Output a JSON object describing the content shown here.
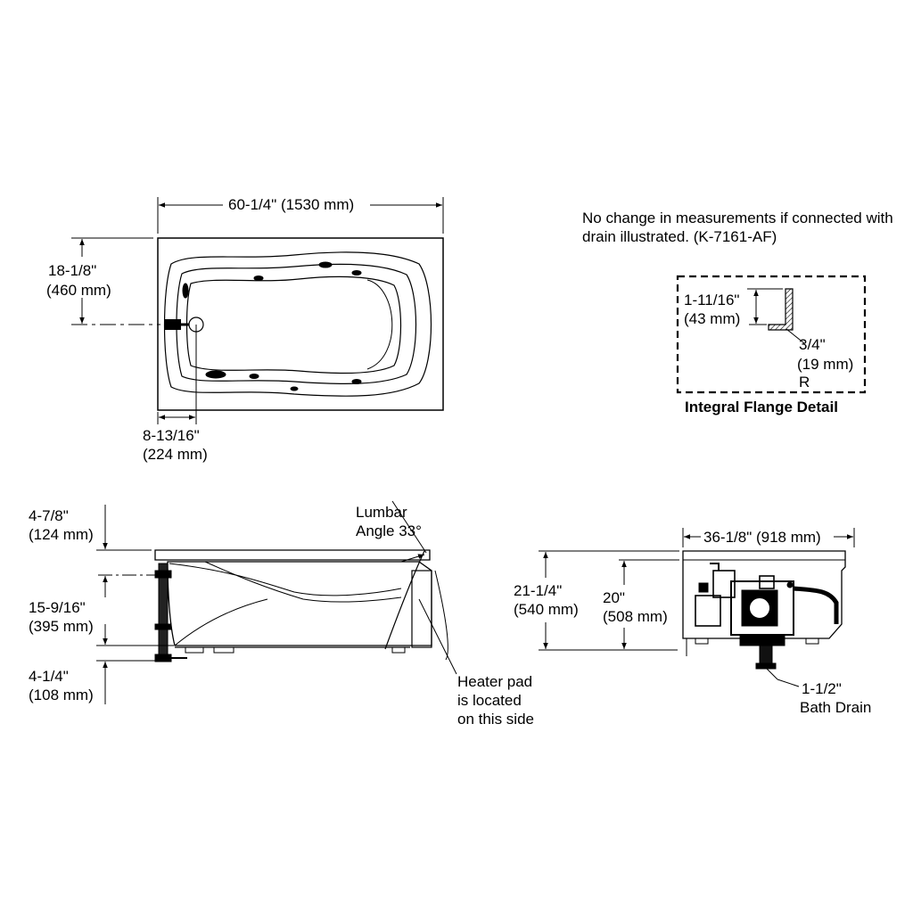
{
  "top_view": {
    "width_label": "60-1/4\" (1530 mm)",
    "drain_from_side_in": "18-1/8\"",
    "drain_from_side_mm": "(460 mm)",
    "drain_from_end_in": "8-13/16\"",
    "drain_from_end_mm": "(224 mm)"
  },
  "note": "No change in measurements if connected with drain illustrated. (K-7161-AF)",
  "flange_detail": {
    "title": "Integral Flange Detail",
    "height_in": "1-11/16\"",
    "height_mm": "(43 mm)",
    "radius_in": "3/4\"",
    "radius_mm": "(19 mm)",
    "radius_letter": "R"
  },
  "side_view": {
    "top_in": "4-7/8\"",
    "top_mm": "(124 mm)",
    "middle_in": "15-9/16\"",
    "middle_mm": "(395 mm)",
    "bottom_in": "4-1/4\"",
    "bottom_mm": "(108 mm)",
    "lumbar_line1": "Lumbar",
    "lumbar_line2": "Angle 33°",
    "heater_line1": "Heater pad",
    "heater_line2": "is located",
    "heater_line3": "on this side"
  },
  "end_view": {
    "depth_label": "36-1/8\" (918 mm)",
    "height_total_in": "21-1/4\"",
    "height_total_mm": "(540 mm)",
    "height_inner_in": "20\"",
    "height_inner_mm": "(508 mm)",
    "drain_in": "1-1/2\"",
    "drain_label": "Bath Drain"
  }
}
